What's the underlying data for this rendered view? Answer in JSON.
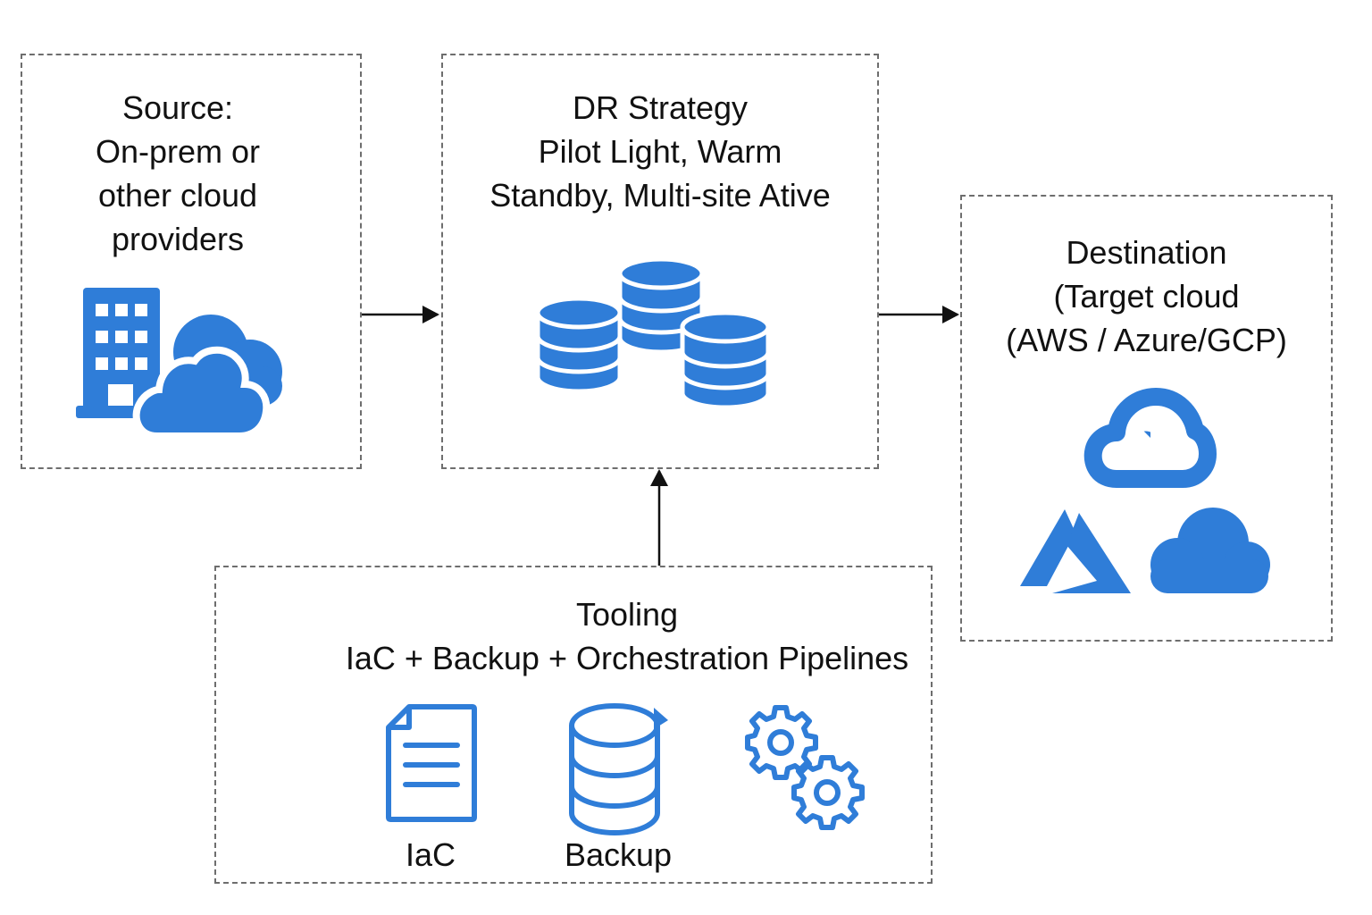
{
  "source": {
    "title": "Source:\nOn-prem or\nother cloud\nproviders",
    "icons": [
      "building-icon",
      "cloud-icon"
    ]
  },
  "strategy": {
    "title": "DR Strategy\nPilot Light, Warm\nStandby, Multi-site Ative",
    "icons": [
      "database-icon",
      "database-icon",
      "database-icon"
    ]
  },
  "destination": {
    "title": "Destination\n(Target cloud\n(AWS / Azure/GCP)",
    "icons": [
      "google-cloud-icon",
      "azure-icon",
      "cloud-icon"
    ]
  },
  "tooling": {
    "title": "Tooling\nIaC + Backup + Orchestration Pipelines",
    "items": [
      {
        "label": "IaC",
        "icon": "document-icon"
      },
      {
        "label": "Backup",
        "icon": "database-sync-icon"
      },
      {
        "label": "",
        "icon": "gears-icon"
      }
    ]
  },
  "colors": {
    "accent": "#2f7dd8",
    "border": "#6e6e6e",
    "arrow": "#111111"
  }
}
